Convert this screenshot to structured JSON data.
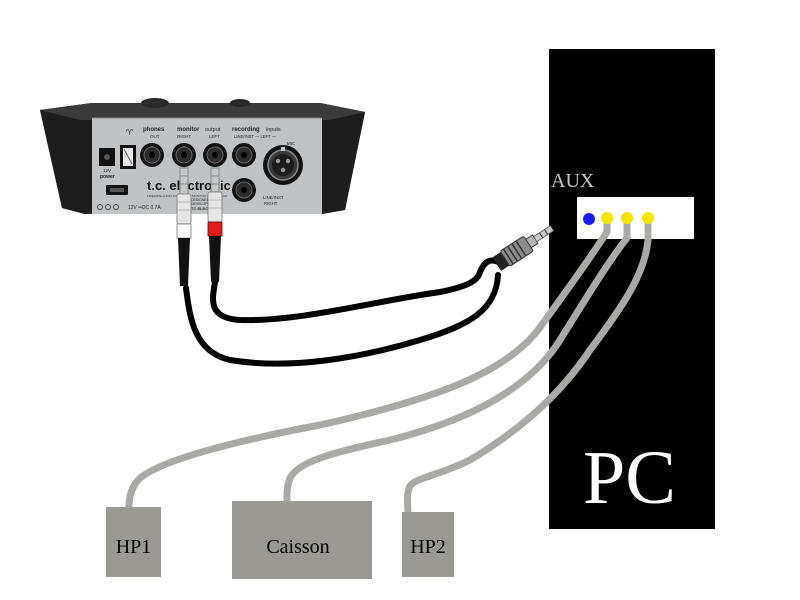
{
  "interface": {
    "phones_heading": "phones",
    "phones_out": "OUT",
    "monitor_heading": "monitor",
    "monitor_output": "output",
    "monitor_right": "RIGHT",
    "monitor_left": "LEFT",
    "recording_heading": "recording",
    "recording_inputs": "inputs",
    "line_inst_left": "LINE/INST — LEFT —",
    "mic": "MIC",
    "line_inst_right_1": "LINE/INST",
    "line_inst_right_2": "RIGHT",
    "power_12v": "12V",
    "power_label": "power",
    "brand": "t.c. electronic",
    "brand_sub": "FIREWIRE AUDIO INTERFACE / MONITOR CONTROLLER",
    "power_rating": "12V ═DC 0.7A",
    "designed": "DESIGNED AND",
    "developed": "DEVELOPED",
    "tc_electr": "TC ELECTR"
  },
  "pc": {
    "label": "PC",
    "aux_label": "AUX"
  },
  "speakers": {
    "hp1": "HP1",
    "caisson": "Caisson",
    "hp2": "HP2"
  },
  "colors": {
    "pc_body": "#000000",
    "aux_panel": "#ffffff",
    "blue_jack": "#1a1aff",
    "yellow_jack": "#f5e600",
    "speaker_box": "#9a9994",
    "grey_cable": "#a9a9a6",
    "black_cable": "#000000",
    "aux_text": "#c8c8c8"
  }
}
